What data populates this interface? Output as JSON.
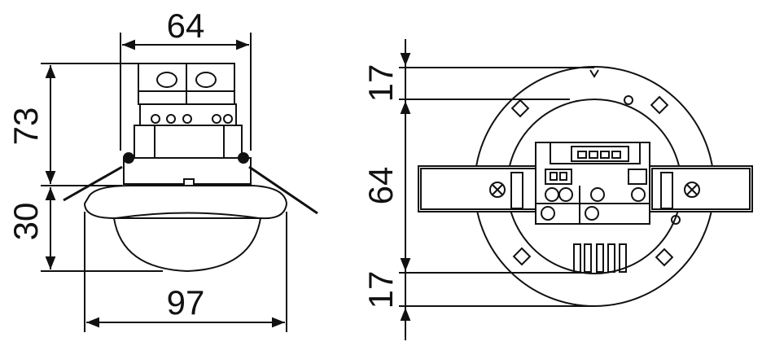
{
  "dimensions": {
    "side_top_width": "64",
    "side_upper_height": "73",
    "side_lower_height": "30",
    "side_bottom_width": "97",
    "top_upper": "17",
    "top_middle": "64",
    "top_lower": "17"
  },
  "colors": {
    "line": "#111111",
    "background": "#ffffff"
  }
}
